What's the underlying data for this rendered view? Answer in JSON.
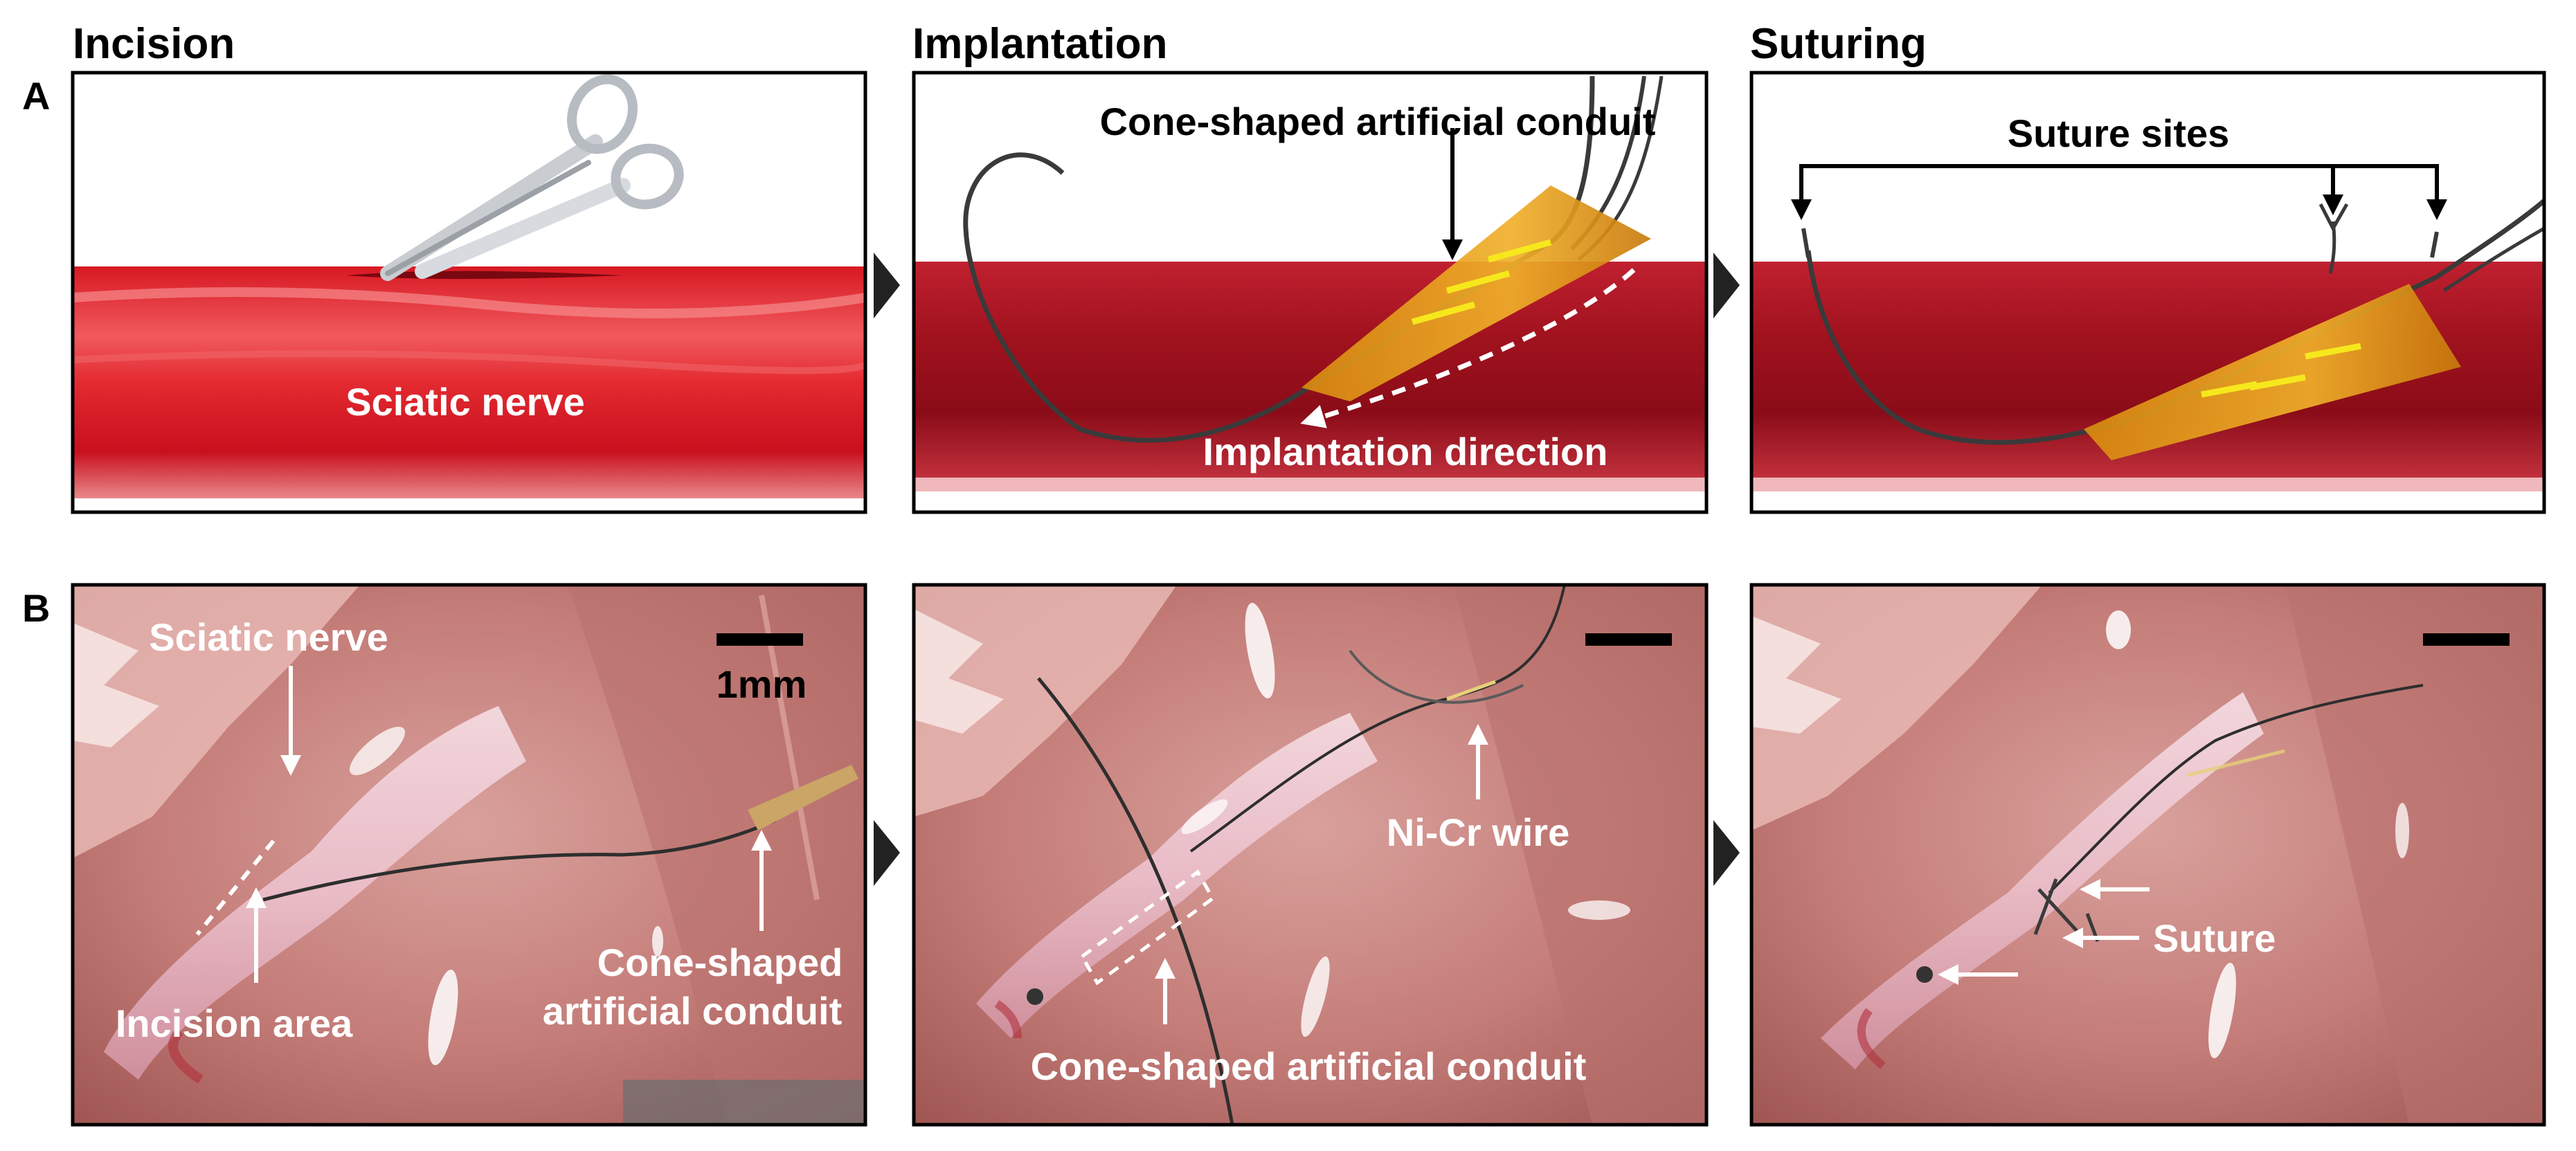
{
  "figure": {
    "row_labels": {
      "a": "A",
      "b": "B"
    },
    "columns": [
      {
        "title": "Incision"
      },
      {
        "title": "Implantation"
      },
      {
        "title": "Suturing"
      }
    ],
    "schematics": {
      "incision": {
        "nerve_label": "Sciatic nerve"
      },
      "implantation": {
        "conduit_label": "Cone-shaped artificial conduit",
        "direction_label": "Implantation direction"
      },
      "suturing": {
        "sites_label": "Suture sites"
      }
    },
    "photos": {
      "incision": {
        "nerve_label": "Sciatic nerve",
        "scale_label": "1mm",
        "incision_label": "Incision area",
        "conduit_label_line1": "Cone-shaped",
        "conduit_label_line2": "artificial conduit"
      },
      "implantation": {
        "wire_label": "Ni-Cr wire",
        "conduit_label": "Cone-shaped artificial conduit"
      },
      "suturing": {
        "suture_label": "Suture"
      }
    }
  },
  "colors": {
    "nerve_red": "#c8101e",
    "nerve_dark": "#9a0b18",
    "conduit_orange": "#e8a21a",
    "conduit_stripe": "#f6e81c",
    "photo_tissue": "#c9857f",
    "label_white": "#ffffff"
  }
}
